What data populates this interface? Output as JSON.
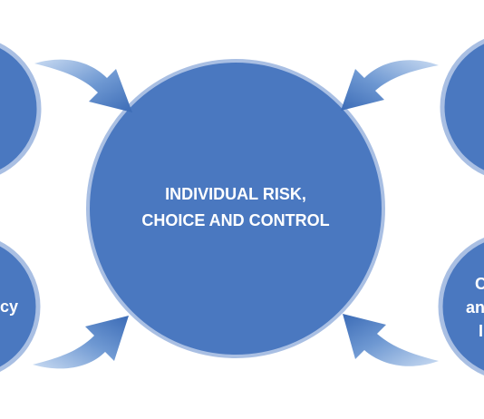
{
  "diagram": {
    "center": {
      "line1": "INDIVIDUAL RISK,",
      "line2": "CHOICE AND CONTROL"
    },
    "bottom_left": {
      "fragment": "cy"
    },
    "bottom_right": {
      "line1": "C",
      "line2": "an",
      "line3": "I"
    }
  },
  "colors": {
    "circle_fill": "#4a78c0",
    "circle_ring": "#a9bfe3",
    "arrow_light": "#c2d5ef",
    "arrow_dark": "#3f6fb9",
    "text": "#ffffff"
  }
}
